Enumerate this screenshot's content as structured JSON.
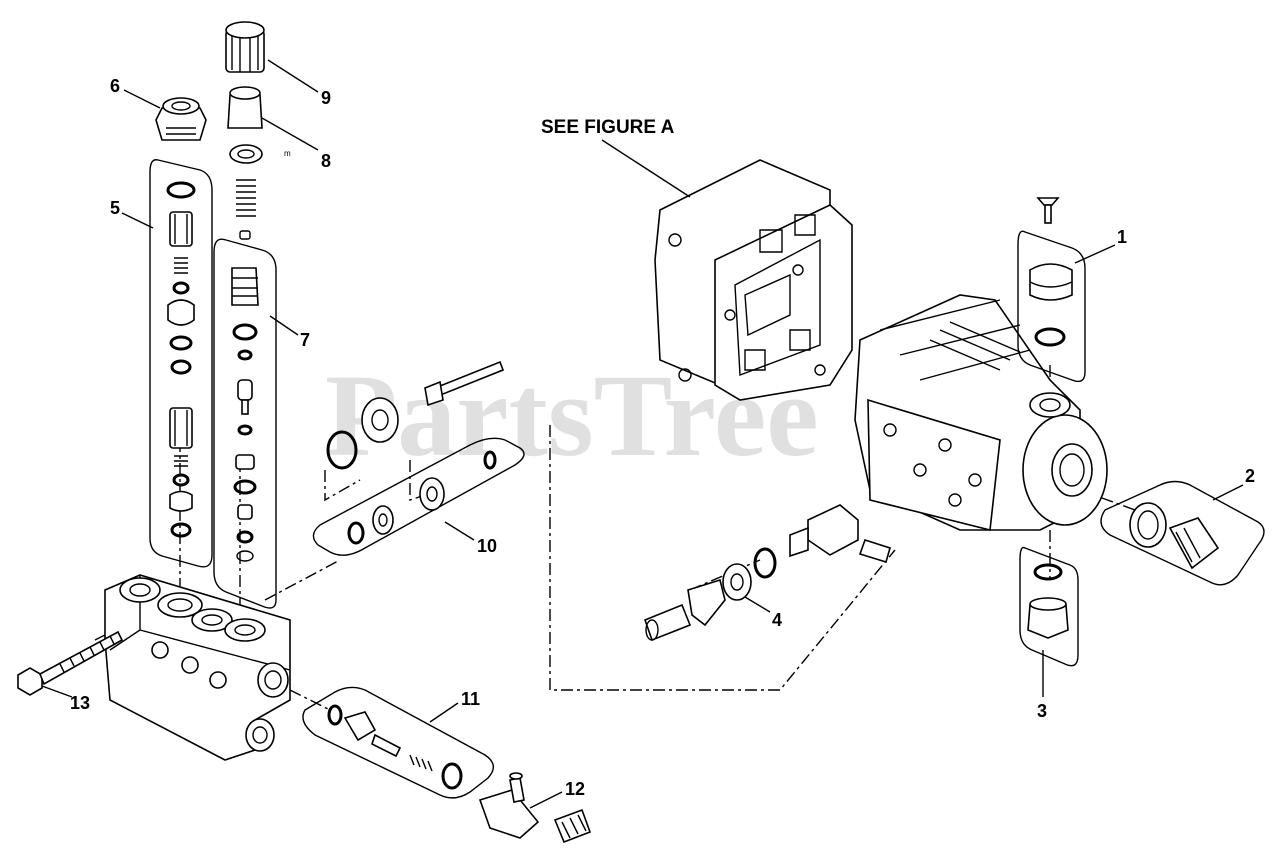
{
  "diagram": {
    "reference_label": "SEE FIGURE A",
    "watermark": "PartsTree",
    "watermark_mark": "™",
    "callouts": [
      "1",
      "2",
      "3",
      "4",
      "5",
      "6",
      "7",
      "8",
      "9",
      "10",
      "11",
      "12",
      "13"
    ]
  }
}
